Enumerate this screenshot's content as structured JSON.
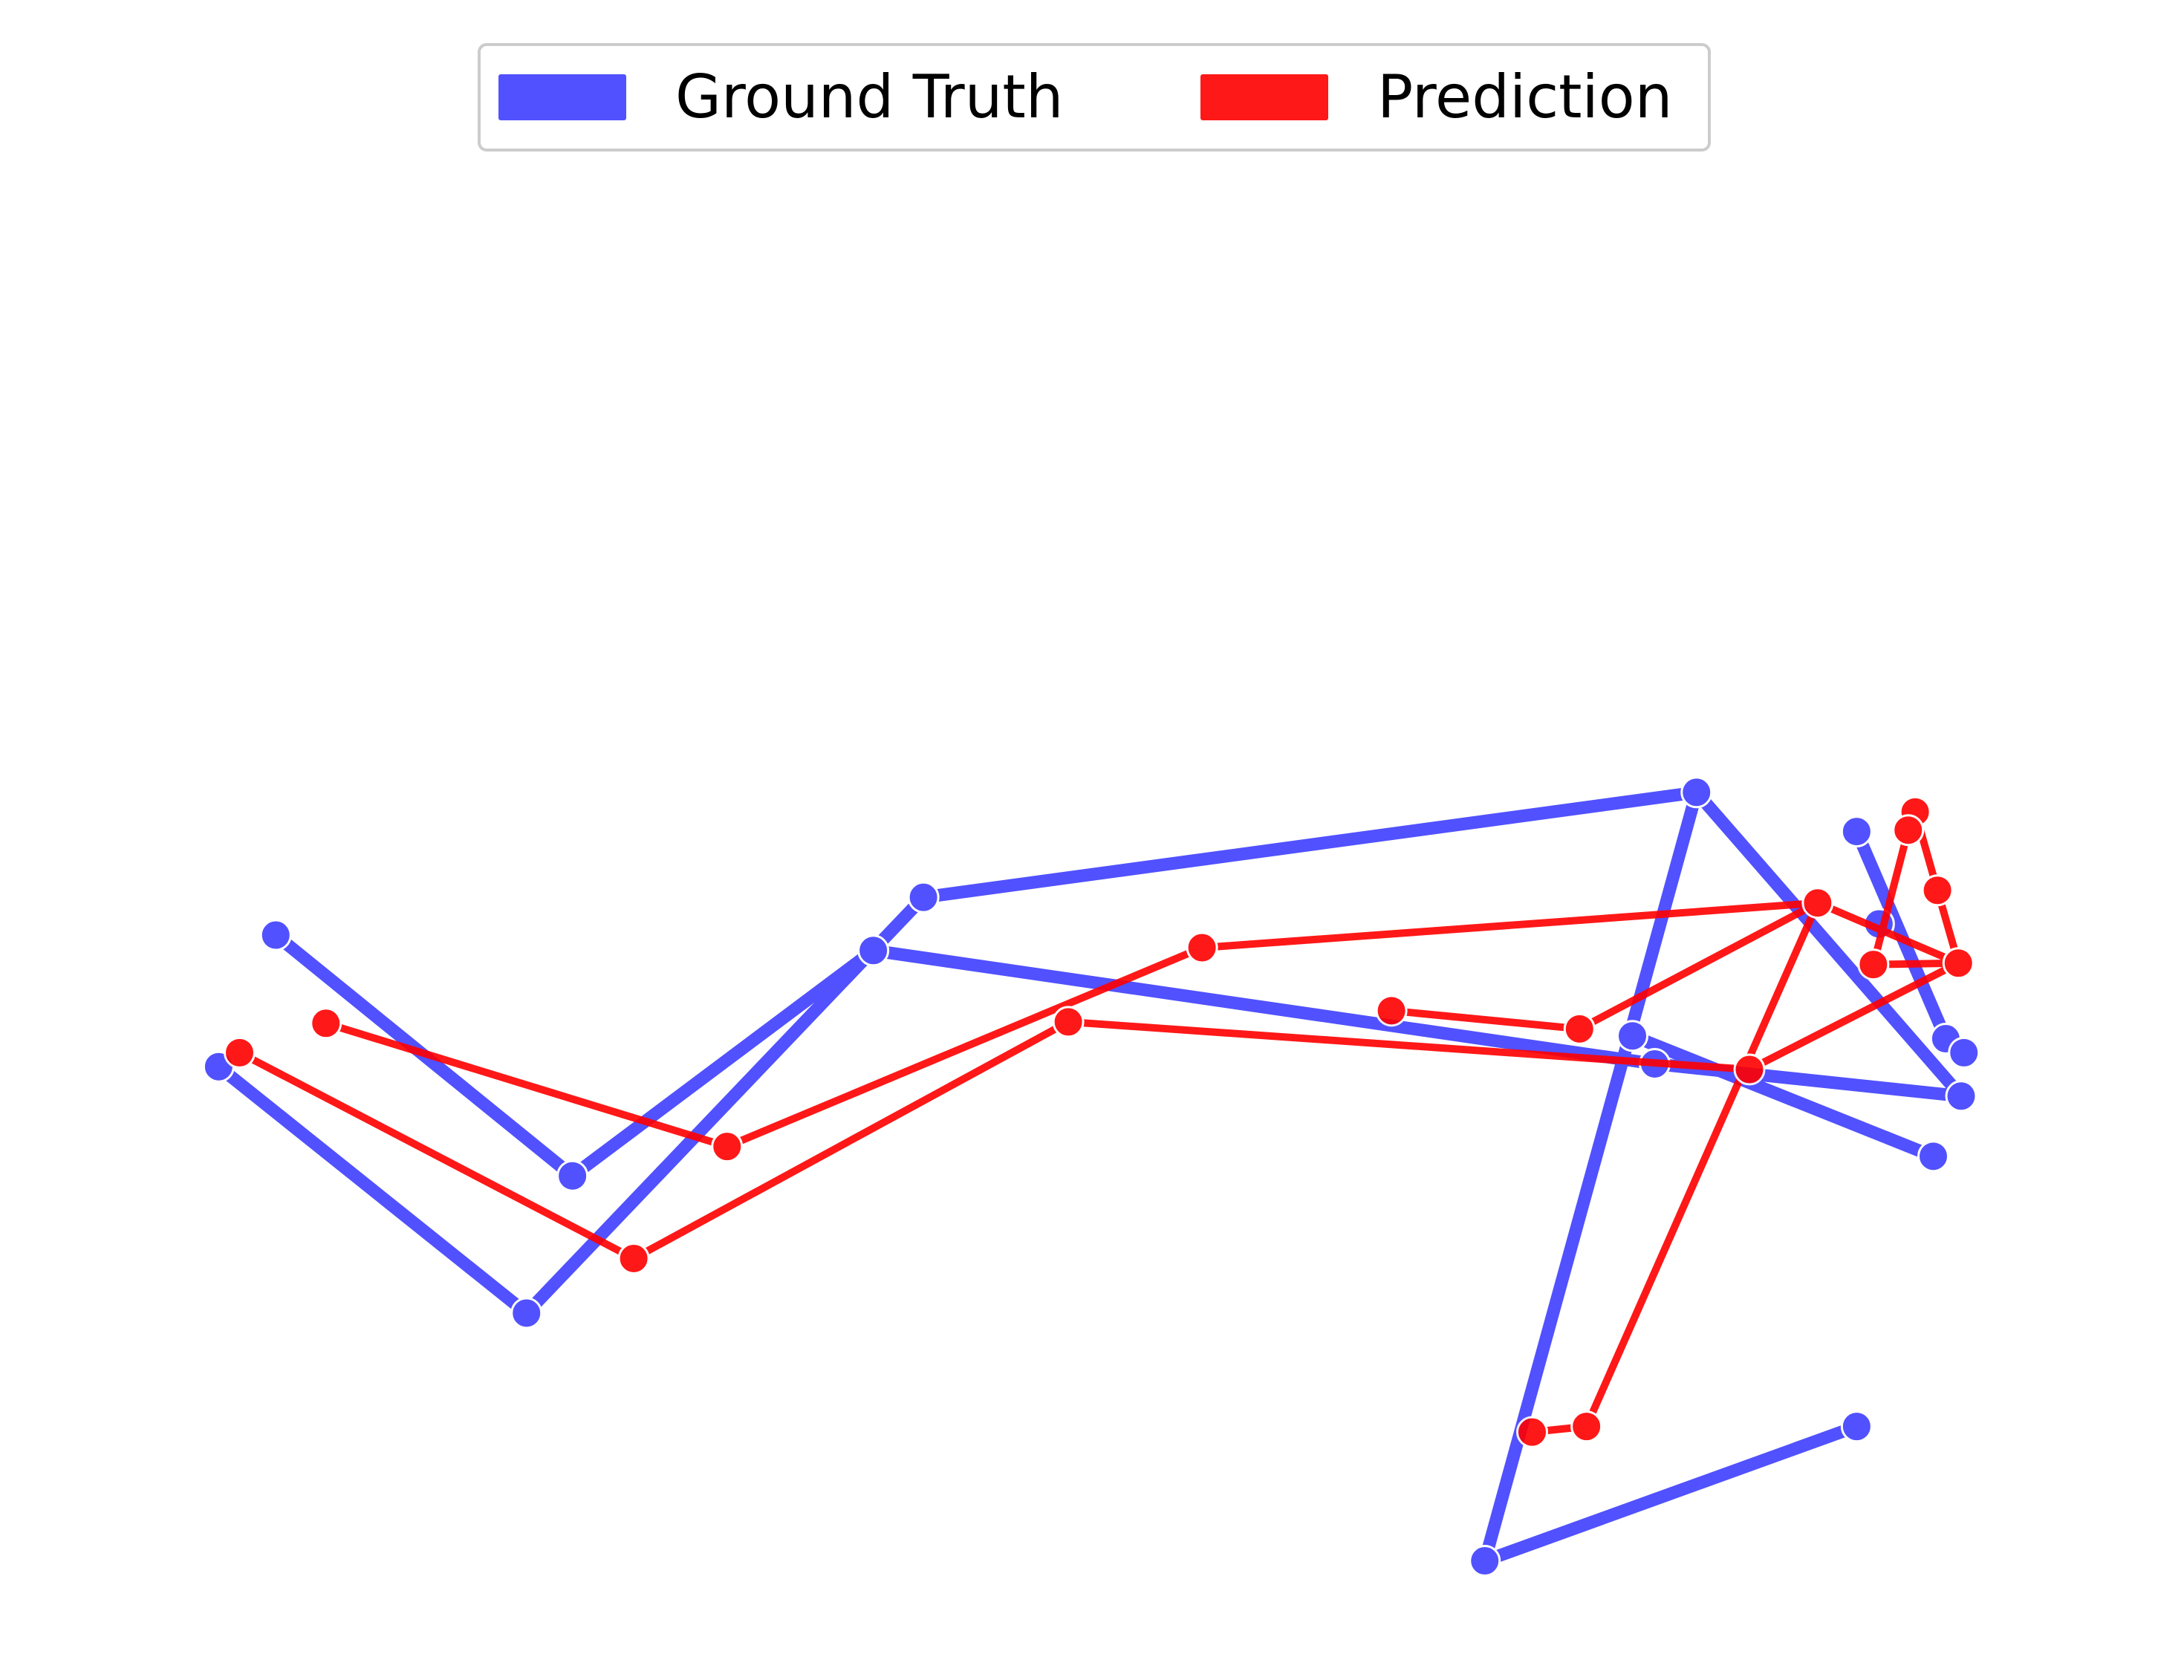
{
  "chart_data": {
    "type": "line",
    "title": "",
    "xlabel": "",
    "ylabel": "",
    "axes_visible": false,
    "grid": false,
    "legend": {
      "placement": "top-center",
      "entries": [
        "Ground Truth",
        "Prediction"
      ]
    },
    "xlim": [
      0,
      1568
    ],
    "ylim": [
      1198,
      0
    ],
    "series": [
      {
        "name": "Ground Truth",
        "color": "#3333ff",
        "edges": [
          [
            [
              198,
              668
            ],
            [
              411,
              840
            ]
          ],
          [
            [
              411,
              840
            ],
            [
              627,
              679
            ]
          ],
          [
            [
              627,
              679
            ],
            [
              1188,
              760
            ]
          ],
          [
            [
              1188,
              760
            ],
            [
              1408,
              783
            ]
          ],
          [
            [
              157,
              762
            ],
            [
              378,
              938
            ]
          ],
          [
            [
              378,
              938
            ],
            [
              663,
              641
            ]
          ],
          [
            [
              663,
              641
            ],
            [
              1218,
              566
            ]
          ],
          [
            [
              1218,
              566
            ],
            [
              1408,
              783
            ]
          ],
          [
            [
              1218,
              566
            ],
            [
              1066,
              1115
            ]
          ],
          [
            [
              1066,
              1115
            ],
            [
              1333,
              1019
            ]
          ],
          [
            [
              1333,
              594
            ],
            [
              1397,
              742
            ]
          ],
          [
            [
              1397,
              742
            ],
            [
              1410,
              752
            ]
          ],
          [
            [
              1172,
              740
            ],
            [
              1388,
              826
            ]
          ]
        ],
        "points": [
          [
            198,
            668
          ],
          [
            411,
            840
          ],
          [
            627,
            679
          ],
          [
            1188,
            760
          ],
          [
            1408,
            783
          ],
          [
            157,
            762
          ],
          [
            378,
            938
          ],
          [
            663,
            641
          ],
          [
            1218,
            566
          ],
          [
            1066,
            1115
          ],
          [
            1333,
            1019
          ],
          [
            1333,
            594
          ],
          [
            1397,
            742
          ],
          [
            1410,
            752
          ],
          [
            1172,
            740
          ],
          [
            1388,
            826
          ],
          [
            1349,
            660
          ]
        ]
      },
      {
        "name": "Prediction",
        "color": "#ff0000",
        "edges": [
          [
            [
              234,
              731
            ],
            [
              522,
              819
            ]
          ],
          [
            [
              522,
              819
            ],
            [
              863,
              677
            ]
          ],
          [
            [
              863,
              677
            ],
            [
              1305,
              645
            ]
          ],
          [
            [
              1305,
              645
            ],
            [
              1139,
              1019
            ]
          ],
          [
            [
              1139,
              1019
            ],
            [
              1100,
              1023
            ]
          ],
          [
            [
              172,
              752
            ],
            [
              455,
              899
            ]
          ],
          [
            [
              455,
              899
            ],
            [
              767,
              730
            ]
          ],
          [
            [
              767,
              730
            ],
            [
              1256,
              764
            ]
          ],
          [
            [
              1256,
              764
            ],
            [
              1406,
              688
            ]
          ],
          [
            [
              999,
              722
            ],
            [
              1134,
              735
            ]
          ],
          [
            [
              1134,
              735
            ],
            [
              1305,
              645
            ]
          ],
          [
            [
              1305,
              645
            ],
            [
              1406,
              688
            ]
          ],
          [
            [
              1406,
              688
            ],
            [
              1391,
              636
            ]
          ],
          [
            [
              1391,
              636
            ],
            [
              1375,
              580
            ]
          ],
          [
            [
              1375,
              580
            ],
            [
              1370,
              593
            ]
          ],
          [
            [
              1370,
              593
            ],
            [
              1345,
              689
            ]
          ],
          [
            [
              1345,
              689
            ],
            [
              1406,
              688
            ]
          ]
        ],
        "points": [
          [
            234,
            731
          ],
          [
            522,
            819
          ],
          [
            863,
            677
          ],
          [
            1305,
            645
          ],
          [
            1139,
            1019
          ],
          [
            1100,
            1023
          ],
          [
            172,
            752
          ],
          [
            455,
            899
          ],
          [
            767,
            730
          ],
          [
            1256,
            764
          ],
          [
            1406,
            688
          ],
          [
            999,
            722
          ],
          [
            1134,
            735
          ],
          [
            1391,
            636
          ],
          [
            1375,
            580
          ],
          [
            1370,
            593
          ],
          [
            1345,
            689
          ]
        ]
      }
    ]
  }
}
